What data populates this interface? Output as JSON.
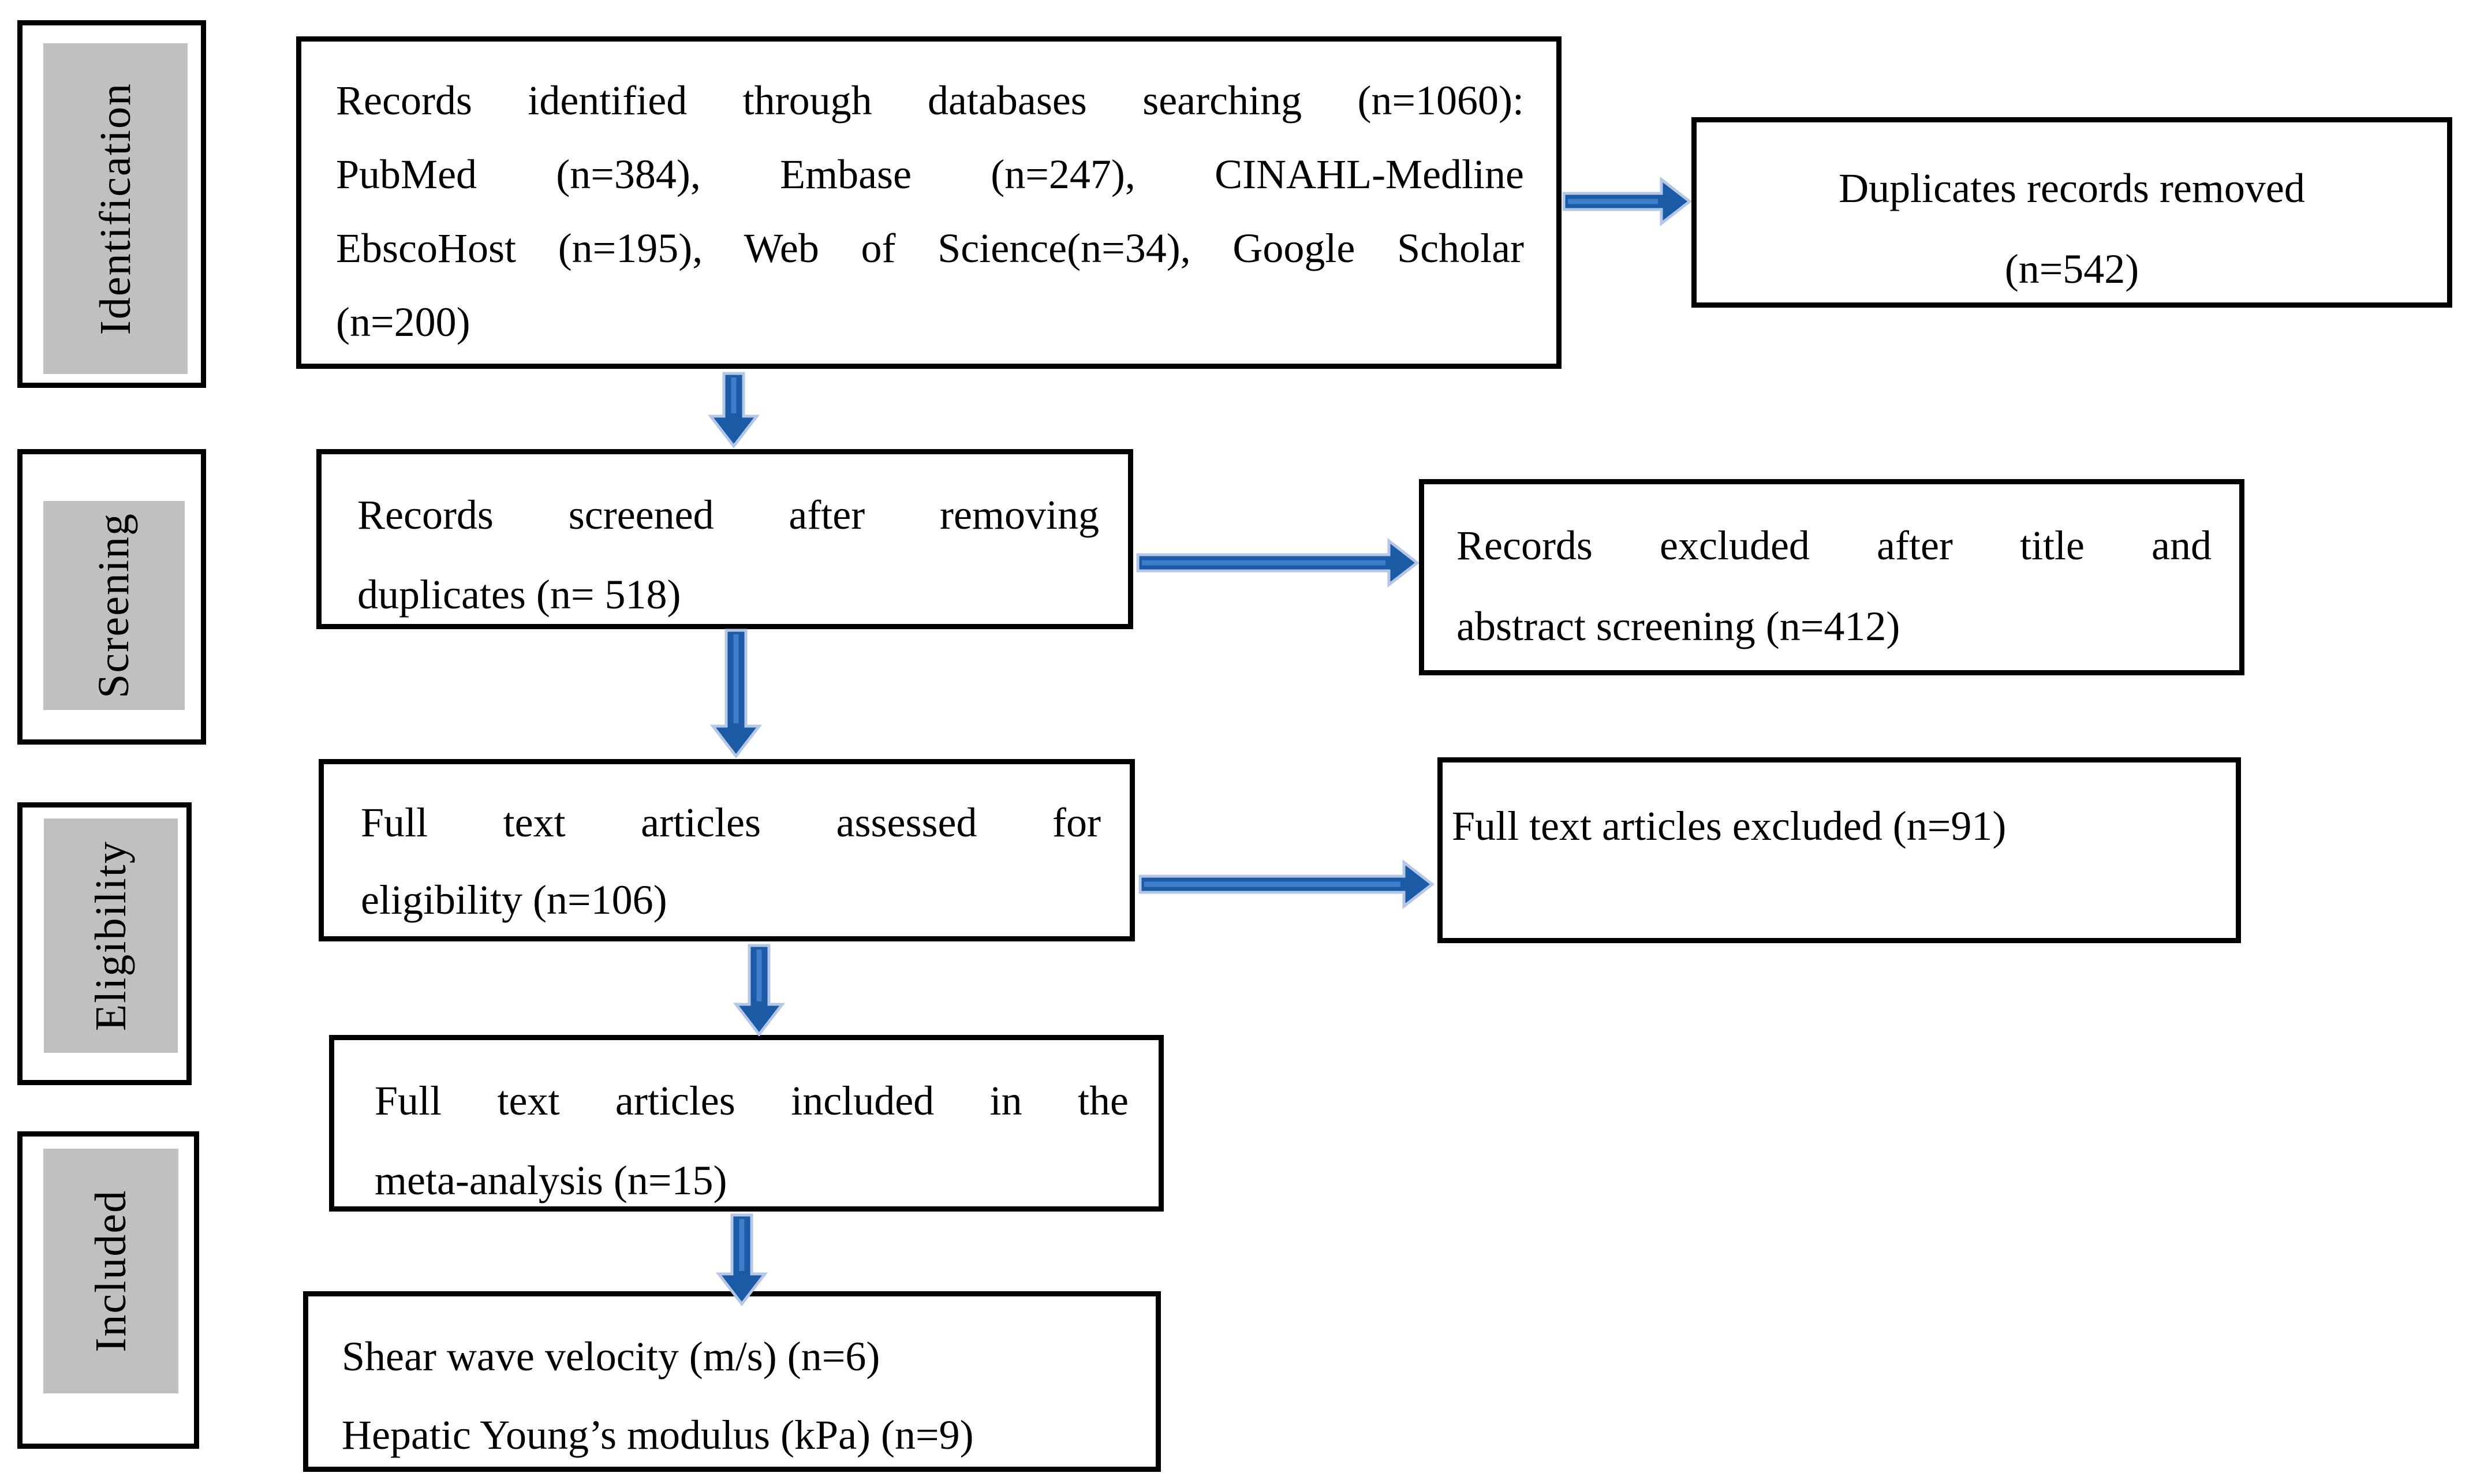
{
  "diagram": {
    "stages": [
      {
        "label": "Identification"
      },
      {
        "label": "Screening"
      },
      {
        "label": "Eligibility"
      },
      {
        "label": "Included"
      }
    ],
    "boxes": {
      "identified": {
        "lines": [
          "Records identified through databases searching (n=1060):",
          "PubMed (n=384), Embase (n=247), CINAHL-Medline",
          "EbscoHost (n=195), Web of Science(n=34), Google Scholar",
          "(n=200)"
        ]
      },
      "duplicates_removed": {
        "lines": [
          "Duplicates records removed",
          "(n=542)"
        ]
      },
      "screened": {
        "lines": [
          "Records screened after removing",
          "duplicates (n= 518)"
        ]
      },
      "excluded_title_abstract": {
        "lines": [
          "Records excluded after title and",
          "abstract screening (n=412)"
        ]
      },
      "fulltext_assessed": {
        "lines": [
          "Full text articles assessed for",
          "eligibility (n=106)"
        ]
      },
      "fulltext_excluded": {
        "lines": [
          "Full text articles excluded (n=91)"
        ]
      },
      "included_meta_analysis": {
        "lines": [
          "Full text articles included in the",
          "meta-analysis (n=15)"
        ]
      },
      "outcome_measures": {
        "lines": [
          "Shear wave velocity (m/s) (n=6)",
          "Hepatic Young’s modulus (kPa) (n=9)"
        ]
      }
    },
    "colors": {
      "arrow_fill": "#1b5aa5",
      "arrow_stripe": "#3f7dca",
      "arrow_outline": "#b4c7e7",
      "stage_fill": "#c0c0c0",
      "box_border": "#000000",
      "background": "#ffffff"
    }
  }
}
